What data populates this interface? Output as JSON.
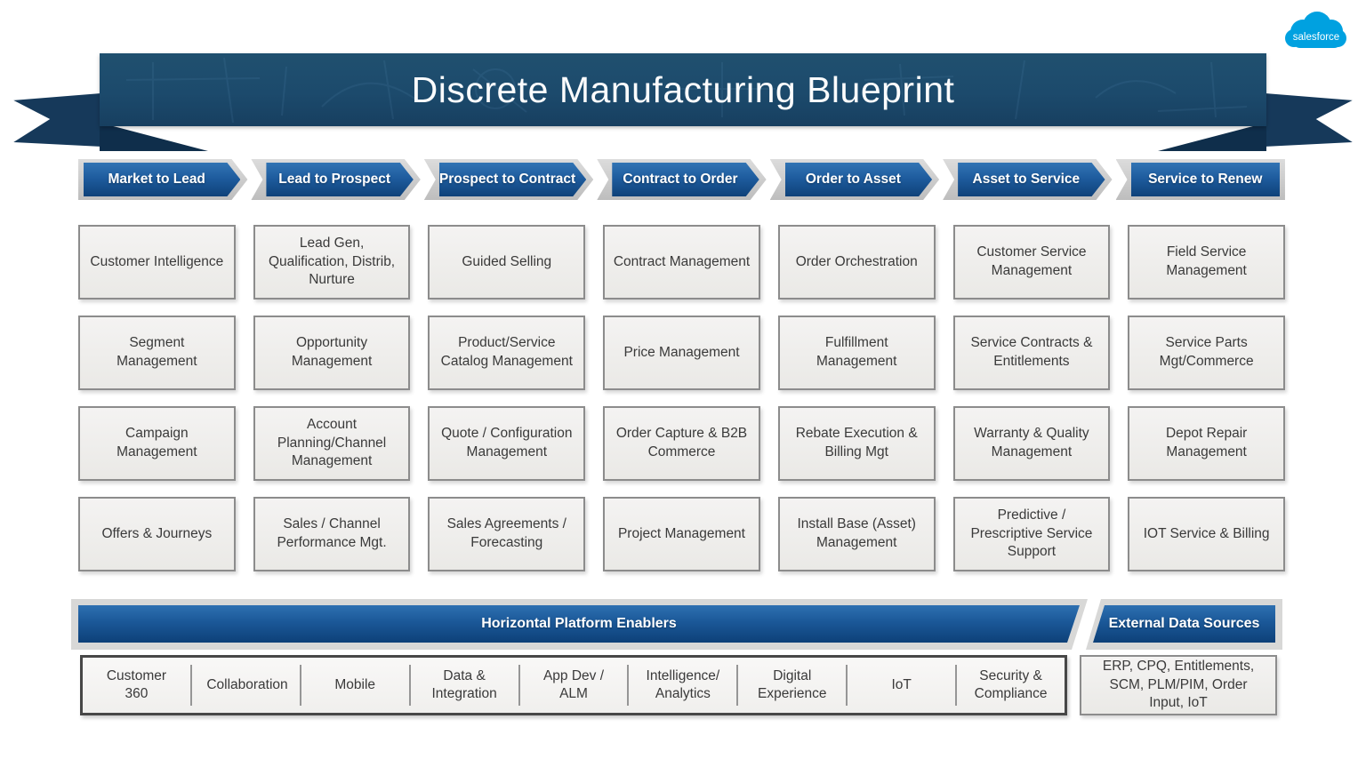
{
  "logo": {
    "label": "salesforce",
    "color": "#00A1E0"
  },
  "banner": {
    "title": "Discrete Manufacturing Blueprint"
  },
  "columns": [
    {
      "header": "Market to Lead",
      "boxes": [
        "Customer Intelligence",
        "Segment Management",
        "Campaign Management",
        "Offers & Journeys"
      ]
    },
    {
      "header": "Lead to Prospect",
      "boxes": [
        "Lead Gen, Qualification, Distrib, Nurture",
        "Opportunity Management",
        "Account Planning/Channel Management",
        "Sales / Channel Performance Mgt."
      ]
    },
    {
      "header": "Prospect to Contract",
      "boxes": [
        "Guided Selling",
        "Product/Service Catalog Management",
        "Quote / Configuration Management",
        "Sales Agreements / Forecasting"
      ]
    },
    {
      "header": "Contract to Order",
      "boxes": [
        "Contract Management",
        "Price Management",
        "Order Capture & B2B Commerce",
        "Project Management"
      ]
    },
    {
      "header": "Order to Asset",
      "boxes": [
        "Order Orchestration",
        "Fulfillment Management",
        "Rebate Execution & Billing Mgt",
        "Install Base (Asset) Management"
      ]
    },
    {
      "header": "Asset to Service",
      "boxes": [
        "Customer Service Management",
        "Service Contracts & Entitlements",
        "Warranty & Quality Management",
        "Predictive / Prescriptive Service Support"
      ]
    },
    {
      "header": "Service to Renew",
      "boxes": [
        "Field Service Management",
        "Service Parts Mgt/Commerce",
        "Depot Repair Management",
        "IOT Service & Billing"
      ]
    }
  ],
  "platform": {
    "title": "Horizontal Platform Enablers",
    "items": [
      "Customer 360",
      "Collaboration",
      "Mobile",
      "Data & Integration",
      "App Dev / ALM",
      "Intelligence/ Analytics",
      "Digital Experience",
      "IoT",
      "Security & Compliance"
    ]
  },
  "external": {
    "title": "External Data Sources",
    "content": "ERP, CPQ, Entitlements, SCM, PLM/PIM, Order Input, IoT"
  },
  "colors": {
    "brand_blue": "#00A1E0",
    "stage_blue": "#1b5898",
    "banner_navy": "#1c4a6c",
    "banner_fold": "#0f2e4b",
    "box_border": "#8c8c8c",
    "box_bg": "#f0efed",
    "text_dark": "#3a3a3a"
  }
}
